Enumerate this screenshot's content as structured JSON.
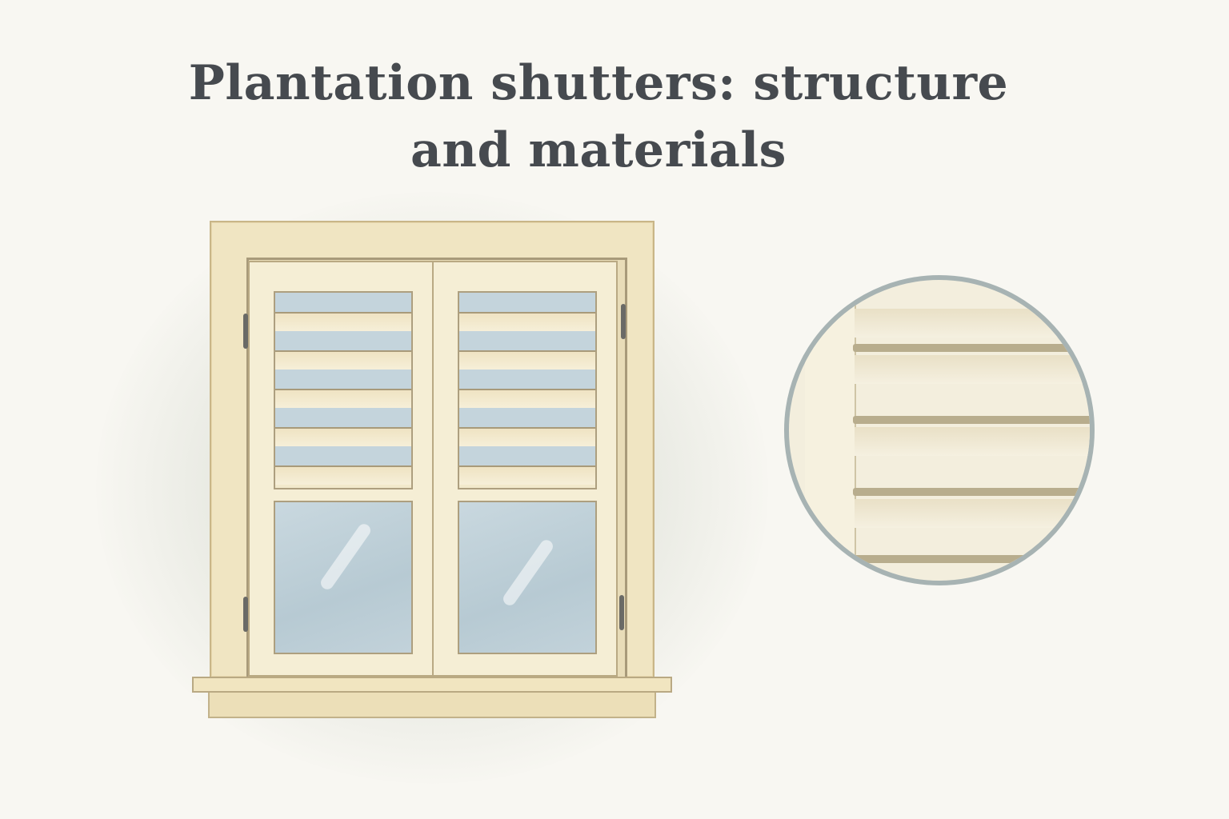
{
  "title": {
    "line1": "Plantation shutters: structure",
    "line2": "and materials"
  },
  "illustration": {
    "main": "window with two hinged plantation shutter panels (louvers over lower glass panes)",
    "detail": "circular close-up of louver slats"
  },
  "colors": {
    "background": "#f8f7f2",
    "title_text": "#464a4f",
    "frame_wood": "#f0e5c2",
    "glass_blue": "#c4d4dc",
    "detail_ring": "#a7b3b3",
    "hinge": "#6a6a66"
  }
}
